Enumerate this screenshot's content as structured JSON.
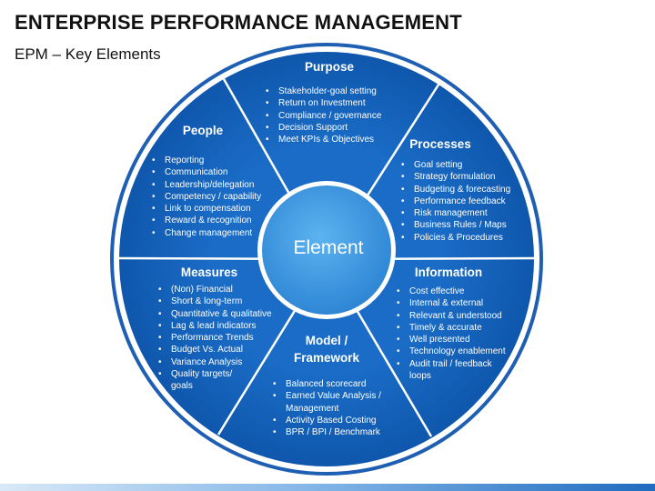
{
  "header": {
    "title": "ENTERPRISE PERFORMANCE MANAGEMENT",
    "subtitle": "EPM – Key Elements"
  },
  "colors": {
    "wheel_blue": "#1565c0",
    "wheel_border": "#0d47a1",
    "center_fill": "#3f9be0",
    "outer_ring": "#1e5fb4"
  },
  "center": {
    "label": "Element"
  },
  "segments": {
    "purpose": {
      "title": "Purpose",
      "items": [
        "Stakeholder-goal setting",
        "Return on Investment",
        "Compliance / governance",
        "Decision Support",
        "Meet KPIs & Objectives"
      ]
    },
    "processes": {
      "title": "Processes",
      "items": [
        "Goal setting",
        "Strategy formulation",
        "Budgeting & forecasting",
        "Performance feedback",
        "Risk management",
        "Business Rules / Maps",
        "Policies & Procedures"
      ]
    },
    "information": {
      "title": "Information",
      "items": [
        "Cost effective",
        "Internal & external",
        "Relevant & understood",
        "Timely & accurate",
        "Well presented",
        "Technology enablement",
        "Audit trail / feedback",
        "loops"
      ]
    },
    "model": {
      "title_line1": "Model /",
      "title_line2": "Framework",
      "items": [
        "Balanced scorecard",
        "Earned Value Analysis /",
        "Management",
        "Activity Based Costing",
        "BPR / BPI / Benchmark"
      ]
    },
    "measures": {
      "title": "Measures",
      "items": [
        "(Non) Financial",
        "Short & long-term",
        "Quantitative & qualitative",
        "Lag & lead indicators",
        "Performance Trends",
        "Budget Vs. Actual",
        "Variance Analysis",
        "Quality targets/",
        "goals"
      ]
    },
    "people": {
      "title": "People",
      "items": [
        "Reporting",
        "Communication",
        "Leadership/delegation",
        "Competency / capability",
        "Link to compensation",
        "Reward & recognition",
        "Change management"
      ]
    }
  }
}
